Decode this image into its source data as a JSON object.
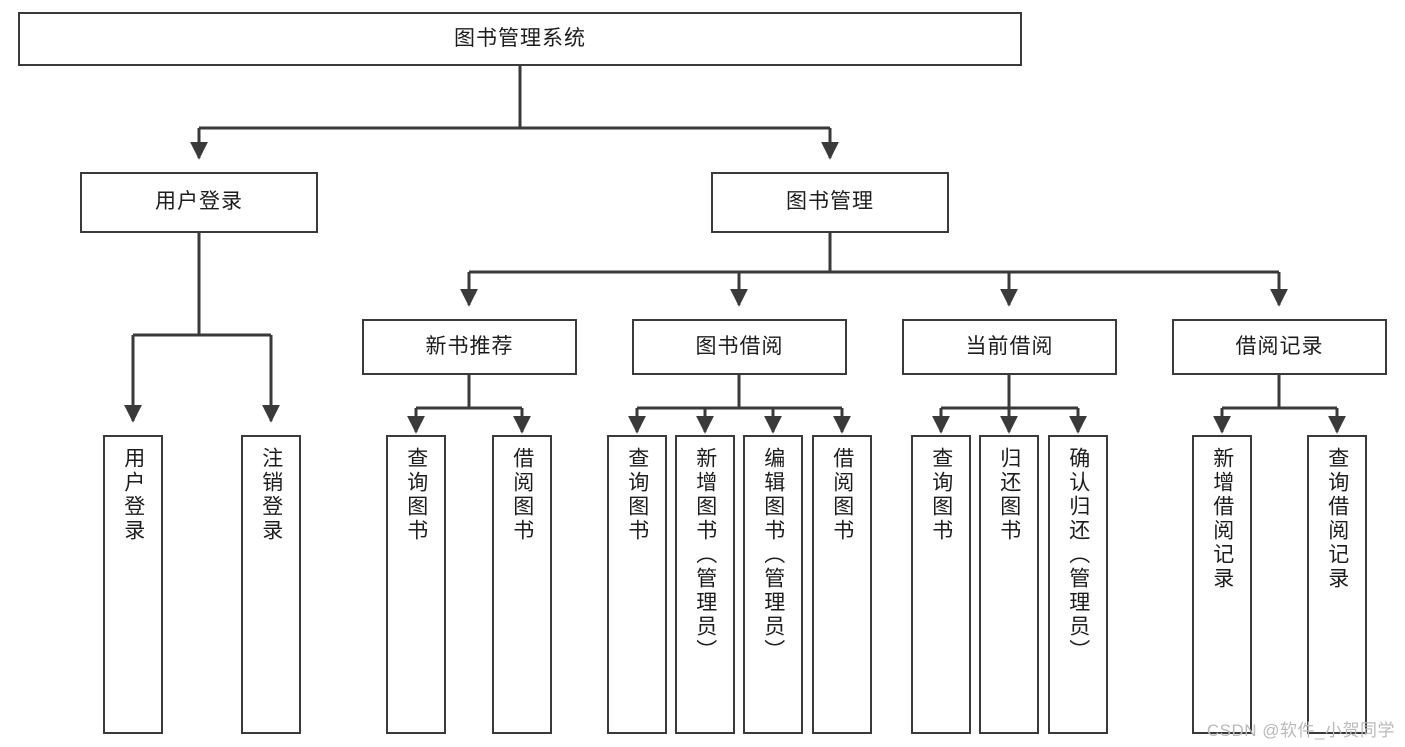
{
  "diagram": {
    "type": "tree-hierarchy",
    "title": "图书管理系统",
    "root": {
      "label": "图书管理系统"
    },
    "level1": [
      {
        "label": "用户登录"
      },
      {
        "label": "图书管理"
      }
    ],
    "level2": [
      {
        "label": "新书推荐"
      },
      {
        "label": "图书借阅"
      },
      {
        "label": "当前借阅"
      },
      {
        "label": "借阅记录"
      }
    ],
    "leaves": {
      "user_login": [
        {
          "label": "用户登录"
        },
        {
          "label": "注销登录"
        }
      ],
      "new_book": [
        {
          "label": "查询图书"
        },
        {
          "label": "借阅图书"
        }
      ],
      "book_borrow": [
        {
          "label": "查询图书"
        },
        {
          "label": "新增图书（管理员）"
        },
        {
          "label": "编辑图书（管理员）"
        },
        {
          "label": "借阅图书"
        }
      ],
      "current_borrow": [
        {
          "label": "查询图书"
        },
        {
          "label": "归还图书"
        },
        {
          "label": "确认归还（管理员）"
        }
      ],
      "borrow_record": [
        {
          "label": "新增借阅记录"
        },
        {
          "label": "查询借阅记录"
        }
      ]
    }
  },
  "watermark": {
    "text": "CSDN @软件_小贺同学"
  },
  "colors": {
    "box_border": "#3a3a3a",
    "box_fill": "#ffffff",
    "line": "#3a3a3a",
    "text": "#1d1d1d",
    "watermark": "#b9b9b9",
    "background": "#ffffff"
  }
}
